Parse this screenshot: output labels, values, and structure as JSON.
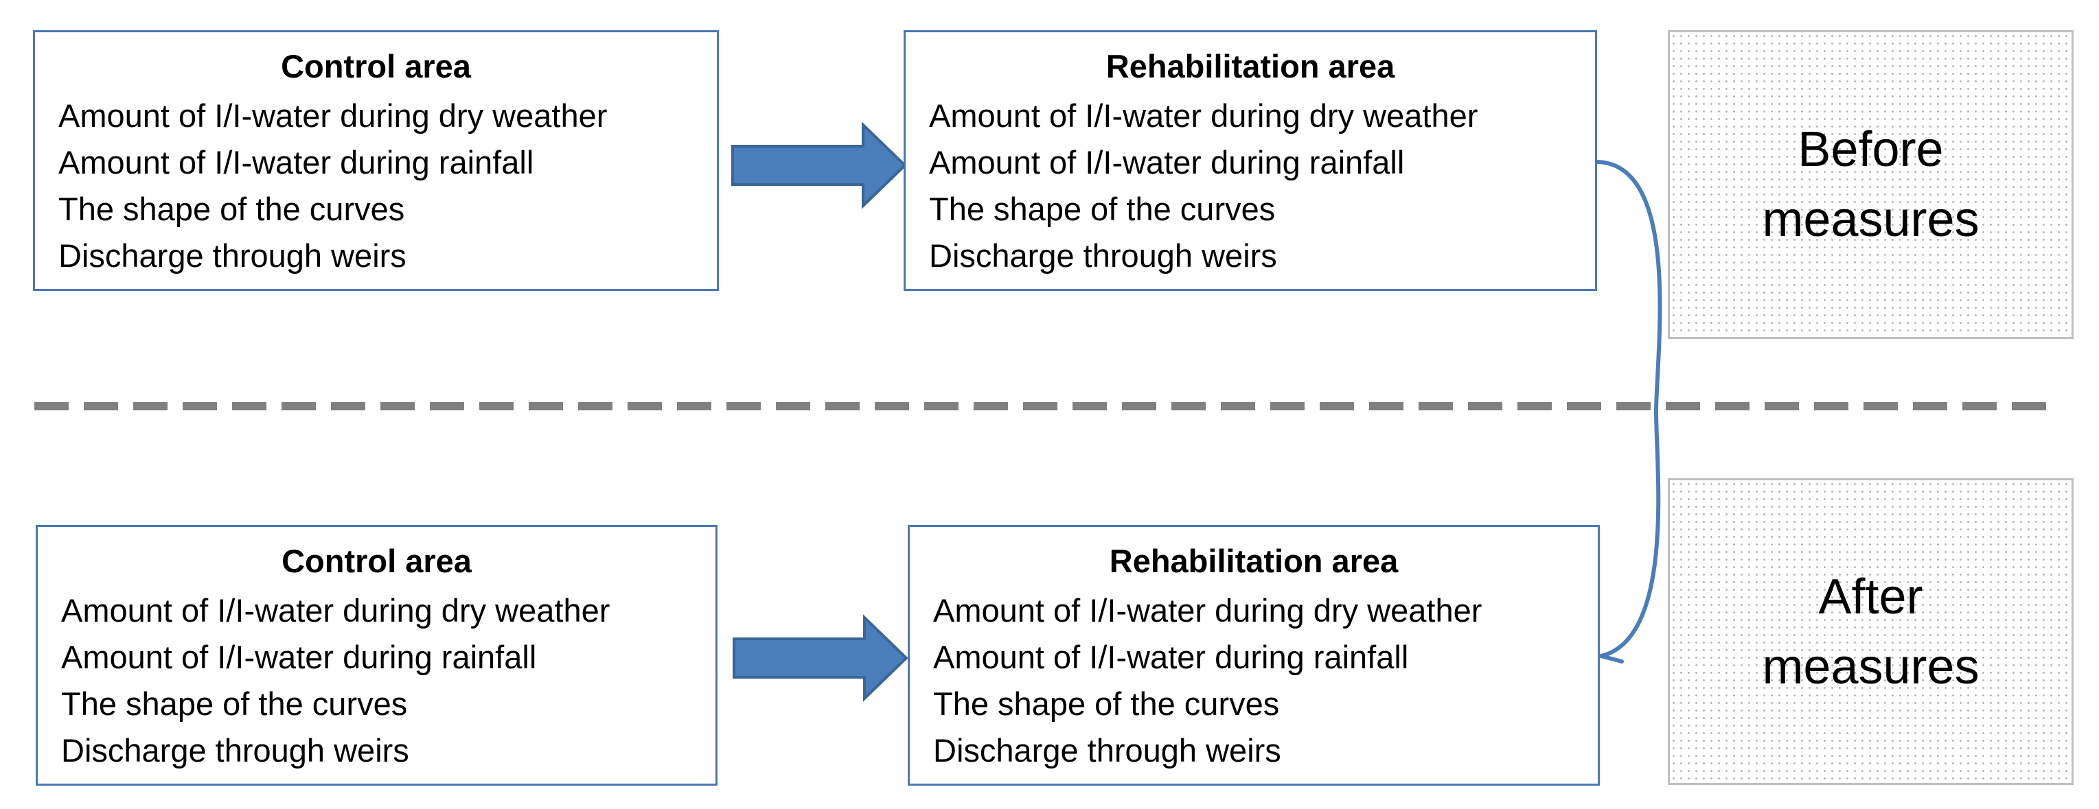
{
  "before": {
    "control_area": {
      "title": "Control area",
      "items": [
        "Amount of I/I-water during dry weather",
        "Amount of I/I-water during rainfall",
        "The shape of the curves",
        "Discharge through weirs"
      ]
    },
    "rehabilitation_area": {
      "title": "Rehabilitation area",
      "items": [
        "Amount of I/I-water during dry weather",
        "Amount of I/I-water during rainfall",
        "The shape of the curves",
        "Discharge through weirs"
      ]
    },
    "stage_label": "Before\nmeasures"
  },
  "after": {
    "control_area": {
      "title": "Control area",
      "items": [
        "Amount of I/I-water during dry weather",
        "Amount of I/I-water during rainfall",
        "The shape of the curves",
        "Discharge through weirs"
      ]
    },
    "rehabilitation_area": {
      "title": "Rehabilitation area",
      "items": [
        "Amount of I/I-water during dry weather",
        "Amount of I/I-water during rainfall",
        "The shape of the curves",
        "Discharge through weirs"
      ]
    },
    "stage_label": "After\nmeasures"
  },
  "colors": {
    "box_border": "#4a78b5",
    "arrow_fill": "#4a7ebb",
    "arrow_stroke": "#3a6597",
    "divider": "#808080",
    "stage_border": "#bfbfbf"
  }
}
